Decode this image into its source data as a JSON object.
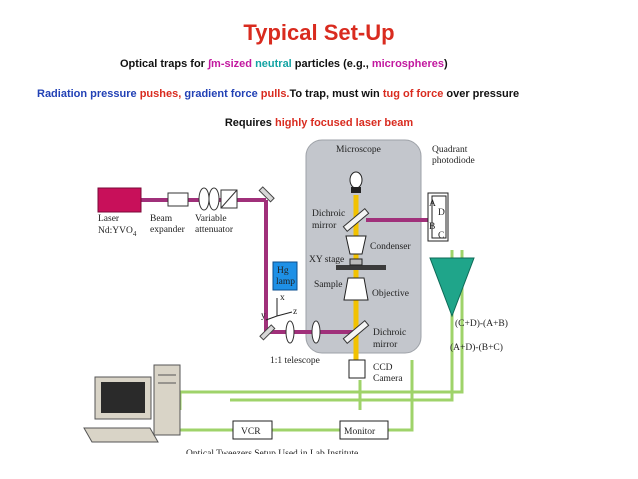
{
  "title": "Typical Set-Up",
  "line1": {
    "prefix": "Optical traps for ",
    "mu": "∫m-sized",
    "neutral": "neutral",
    "middle": " particles (e.g., ",
    "microspheres": "microspheres",
    "suffix": ")"
  },
  "line2": {
    "radiation": "Radiation pressure",
    "pushes": "pushes,",
    "gradient": "gradient force",
    "pulls": "pulls.",
    "to_trap": "To trap, must win",
    "tug": "tug of force",
    "over": "over pressure"
  },
  "line3": {
    "requires": "Requires",
    "beam": "highly focused laser beam"
  },
  "diagram": {
    "microscope": "Microscope",
    "laser_line1": "Laser",
    "laser_line2": "Nd:YVO",
    "laser_sub": "4",
    "beam_expander_1": "Beam",
    "beam_expander_2": "expander",
    "variable_att_1": "Variable",
    "variable_att_2": "attenuator",
    "quadrant_1": "Quadrant",
    "quadrant_2": "photodiode",
    "dichroic_top_1": "Dichroic",
    "dichroic_top_2": "mirror",
    "condenser": "Condenser",
    "xy_stage": "XY stage",
    "sample": "Sample",
    "objective": "Objective",
    "hg_lamp_1": "Hg",
    "hg_lamp_2": "lamp",
    "dichroic_bot_1": "Dichroic",
    "dichroic_bot_2": "mirror",
    "ccd_1": "CCD",
    "ccd_2": "Camera",
    "telescope": "1:1 telescope",
    "vcr": "VCR",
    "monitor": "Monitor",
    "formula_1": "(C+D)-(A+B)",
    "formula_2": "(A+D)-(B+C)",
    "quad_a": "A",
    "quad_b": "B",
    "quad_c": "C",
    "quad_d": "D",
    "axis_x": "x",
    "axis_y": "y",
    "axis_z": "z",
    "caption": "Optical Tweezers Setup Used in Lab Institute"
  },
  "colors": {
    "title": "#d92b1f",
    "laser_path": "#a0307a",
    "signal_path": "#9fd36a",
    "microscope_body": "#c3c6cc",
    "hg_lamp": "#1e90e6",
    "laser": "#c8105a",
    "light_beam": "#f2c200",
    "detector": "#1fa58a"
  }
}
